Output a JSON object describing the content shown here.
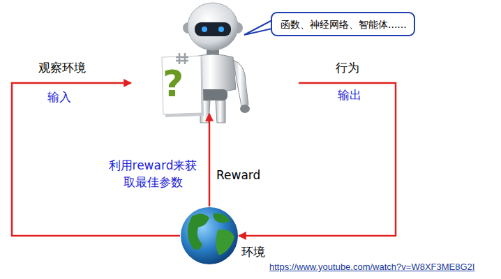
{
  "diagram": {
    "nodes": [
      {
        "text": [
          "?"
        ]
      },
      {
        "text": [
          "函数、神经网络、智能体......"
        ]
      },
      {
        "text": [
          "环境"
        ]
      }
    ],
    "edges": [
      {
        "from": 2,
        "to": 0,
        "arrow": "to",
        "label": "观察环境"
      },
      {
        "from": 0,
        "to": 2,
        "arrow": "to",
        "label": "行为"
      },
      {
        "from": 2,
        "to": 0,
        "arrow": "to",
        "label": "Reward"
      }
    ],
    "labels": [
      "输入",
      "输出",
      "利用reward来获取最佳参数",
      "https://www.youtube.com/watch?v=W8XF3ME8G2I"
    ]
  }
}
